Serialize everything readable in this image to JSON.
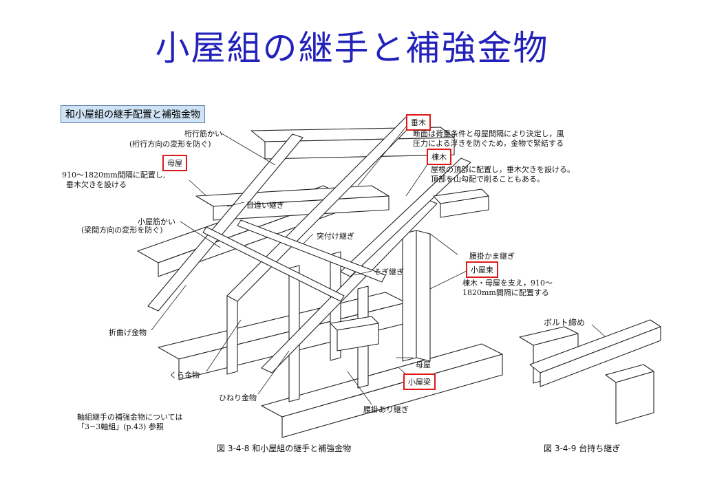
{
  "title": "小屋組の継手と補強金物",
  "panel_title": "和小屋組の継手配置と補強金物",
  "labels": {
    "ketayuki_brace": "桁行筋かい",
    "ketayuki_note": "(桁行方向の変形を防ぐ)",
    "moya": "母屋",
    "moya_note_1": "910〜1820mm間隔に配置し,",
    "moya_note_2": "垂木欠きを設ける",
    "mechigai": "目違い継ぎ",
    "koya_brace": "小屋筋かい",
    "koya_brace_note": "(梁間方向の変形を防ぐ)",
    "tsukitsuke": "突付け継ぎ",
    "sogi": "そぎ継ぎ",
    "orimage": "折曲げ金物",
    "kura": "くら金物",
    "hineri": "ひねり金物",
    "taruki": "垂木",
    "taruki_note_1": "断面は荷重条件と母屋間隔により決定し，風",
    "taruki_note_2": "圧力による浮きを防ぐため，金物で緊結する",
    "munagi": "棟木",
    "munagi_note_1": "屋根の頂部に配置し，垂木欠きを設ける。",
    "munagi_note_2": "頂部を山勾配で削ることもある。",
    "koshikake_kama": "腰掛かま継ぎ",
    "koyazuka": "小屋束",
    "koyazuka_note_1": "棟木・母屋を支え，910〜",
    "koyazuka_note_2": "1820mm間隔に配置する",
    "moya_bottom": "母屋",
    "koyabari": "小屋梁",
    "koshikake_ari": "腰掛あり継ぎ",
    "bolt": "ボルト締め",
    "footnote_1": "軸組継手の補強金物については",
    "footnote_2": "「3−3軸組」(p.43) 参照"
  },
  "captions": {
    "left": "図 3-4-8 和小屋組の継手と補強金物",
    "right": "図 3-4-9 台持ち継ぎ"
  }
}
